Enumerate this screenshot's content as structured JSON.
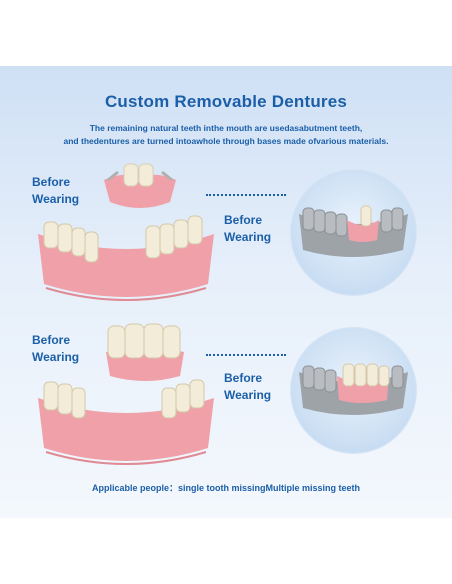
{
  "header": {
    "title": "Custom Removable Dentures",
    "subtitle_line1": "The remaining natural teeth inthe mouth are usedasabutment teeth,",
    "subtitle_line2": "and thedentures are turned intoawhole through bases made ofvarious materials."
  },
  "rows": [
    {
      "left_label_line1": "Before",
      "left_label_line2": "Wearing",
      "right_label_line1": "Before",
      "right_label_line2": "Wearing"
    },
    {
      "left_label_line1": "Before",
      "left_label_line2": "Wearing",
      "right_label_line1": "Before",
      "right_label_line2": "Wearing"
    }
  ],
  "footer": {
    "applicable": "Applicable people：single tooth missingMultiple missing teeth"
  },
  "colors": {
    "accent": "#1b5fa8",
    "gum": "#f0a0a8",
    "tooth": "#f3ecd8",
    "metal": "#9ea3a8"
  }
}
